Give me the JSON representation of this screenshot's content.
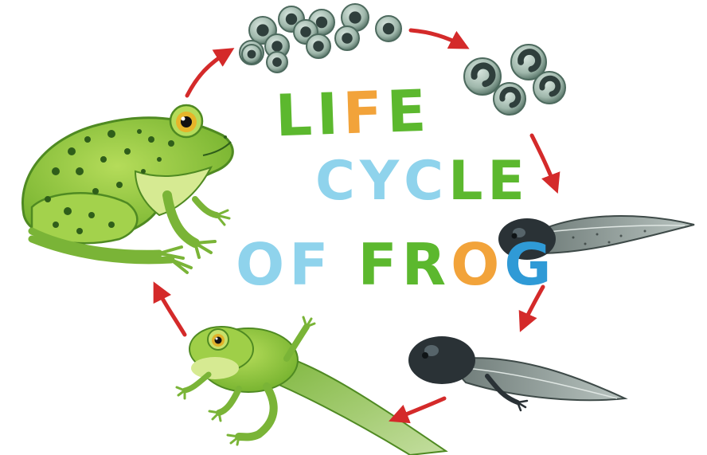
{
  "title": {
    "lines": [
      {
        "letters": [
          {
            "ch": "L",
            "color": "#5cb82e"
          },
          {
            "ch": "I",
            "color": "#5cb82e"
          },
          {
            "ch": "F",
            "color": "#f2a33a"
          },
          {
            "ch": "E",
            "color": "#5cb82e"
          }
        ]
      },
      {
        "letters": [
          {
            "ch": "C",
            "color": "#8fd3ec"
          },
          {
            "ch": "Y",
            "color": "#8fd3ec"
          },
          {
            "ch": "C",
            "color": "#8fd3ec"
          },
          {
            "ch": "L",
            "color": "#5cb82e"
          },
          {
            "ch": "E",
            "color": "#5cb82e"
          }
        ]
      },
      {
        "letters": [
          {
            "ch": "O",
            "color": "#8fd3ec"
          },
          {
            "ch": "F",
            "color": "#8fd3ec"
          },
          {
            "ch": " ",
            "color": "#ffffff"
          },
          {
            "ch": "F",
            "color": "#5cb82e"
          },
          {
            "ch": "R",
            "color": "#5cb82e"
          },
          {
            "ch": "O",
            "color": "#f2a33a"
          },
          {
            "ch": "G",
            "color": "#2f9ad6"
          }
        ]
      }
    ]
  },
  "stages": [
    {
      "id": "frog-spawn",
      "icon": "frog-spawn-icon"
    },
    {
      "id": "embryo-eggs",
      "icon": "embryo-eggs-icon"
    },
    {
      "id": "tadpole",
      "icon": "tadpole-icon"
    },
    {
      "id": "tadpole-with-legs",
      "icon": "tadpole-with-legs-icon"
    },
    {
      "id": "froglet",
      "icon": "froglet-icon"
    },
    {
      "id": "adult-frog",
      "icon": "adult-frog-icon"
    }
  ],
  "colors": {
    "arrow": "#d42a2a",
    "egg_shell": "#9fb7ab",
    "egg_core": "#2f3f3c",
    "frog_body": "#8cc63f",
    "frog_belly": "#c9e47a",
    "frog_dark": "#4f8a22",
    "frog_spots": "#2f5e1a",
    "tadpole_dark": "#2a3236",
    "tadpole_tail": "#6f7d7a"
  }
}
